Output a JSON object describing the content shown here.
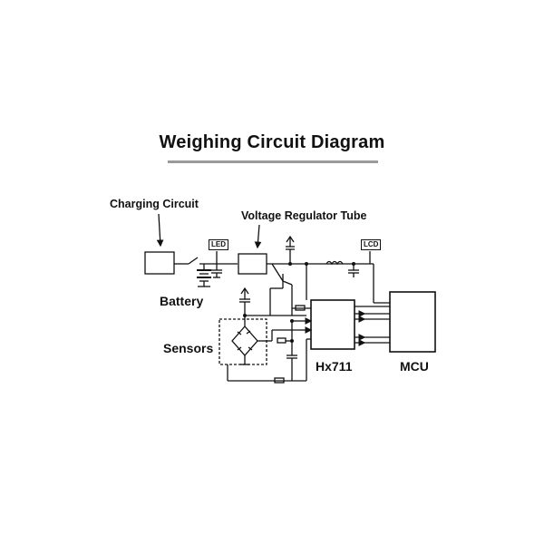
{
  "title": "Weighing Circuit Diagram",
  "labels": {
    "charging_circuit": "Charging Circuit",
    "voltage_regulator": "Voltage Regulator Tube",
    "battery": "Battery",
    "sensors": "Sensors",
    "hx711": "Hx711",
    "mcu": "MCU"
  },
  "tags": {
    "led": "LED",
    "lcd": "LCD"
  }
}
